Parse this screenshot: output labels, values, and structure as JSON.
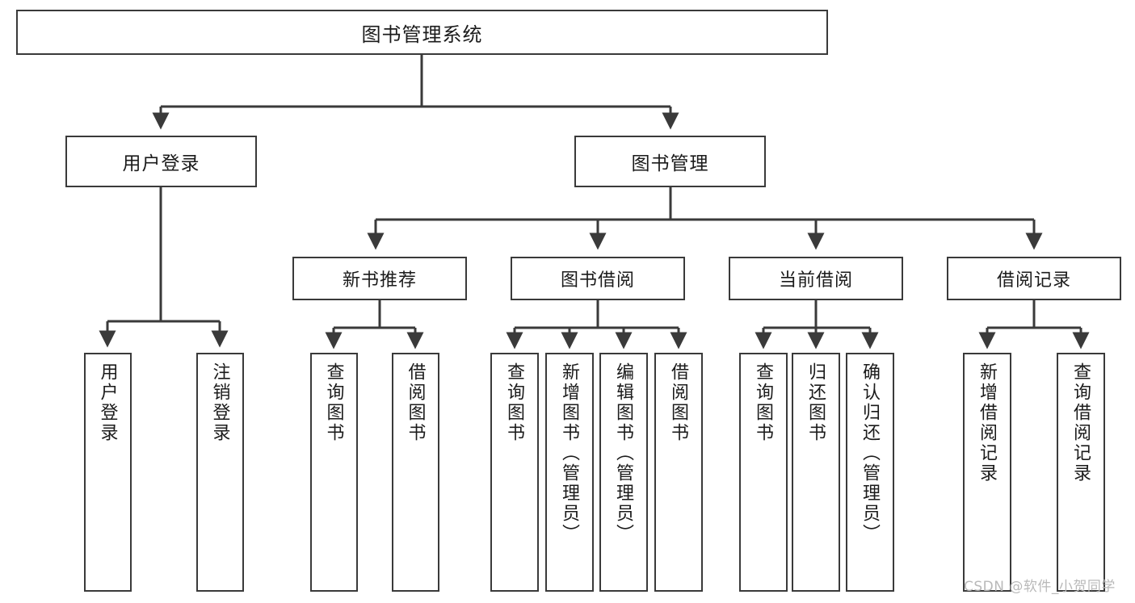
{
  "diagram": {
    "type": "tree",
    "title": "图书管理系统",
    "orientation": "top-down",
    "edge_style": "orthogonal-with-arrowheads",
    "colors": {
      "node_border": "#3a3a3a",
      "node_fill": "#ffffff",
      "edge": "#3a3a3a",
      "text": "#1b1b1b",
      "watermark": "#b9b9b9",
      "background": "#ffffff"
    },
    "root": {
      "label": "图书管理系统"
    },
    "level2": [
      {
        "label": "用户登录"
      },
      {
        "label": "图书管理"
      }
    ],
    "level3": [
      {
        "label": "新书推荐"
      },
      {
        "label": "图书借阅"
      },
      {
        "label": "当前借阅"
      },
      {
        "label": "借阅记录"
      }
    ],
    "leaves": {
      "user_login": [
        {
          "label": "用户登录"
        },
        {
          "label": "注销登录"
        }
      ],
      "new_book_recommend": [
        {
          "label": "查询图书"
        },
        {
          "label": "借阅图书"
        }
      ],
      "book_borrow": [
        {
          "label": "查询图书"
        },
        {
          "label": "新增图书（管理员）"
        },
        {
          "label": "编辑图书（管理员）"
        },
        {
          "label": "借阅图书"
        }
      ],
      "current_borrow": [
        {
          "label": "查询图书"
        },
        {
          "label": "归还图书"
        },
        {
          "label": "确认归还（管理员）"
        }
      ],
      "borrow_record": [
        {
          "label": "新增借阅记录"
        },
        {
          "label": "查询借阅记录"
        }
      ]
    }
  },
  "watermark": {
    "text": "CSDN @软件_小贺同学"
  }
}
